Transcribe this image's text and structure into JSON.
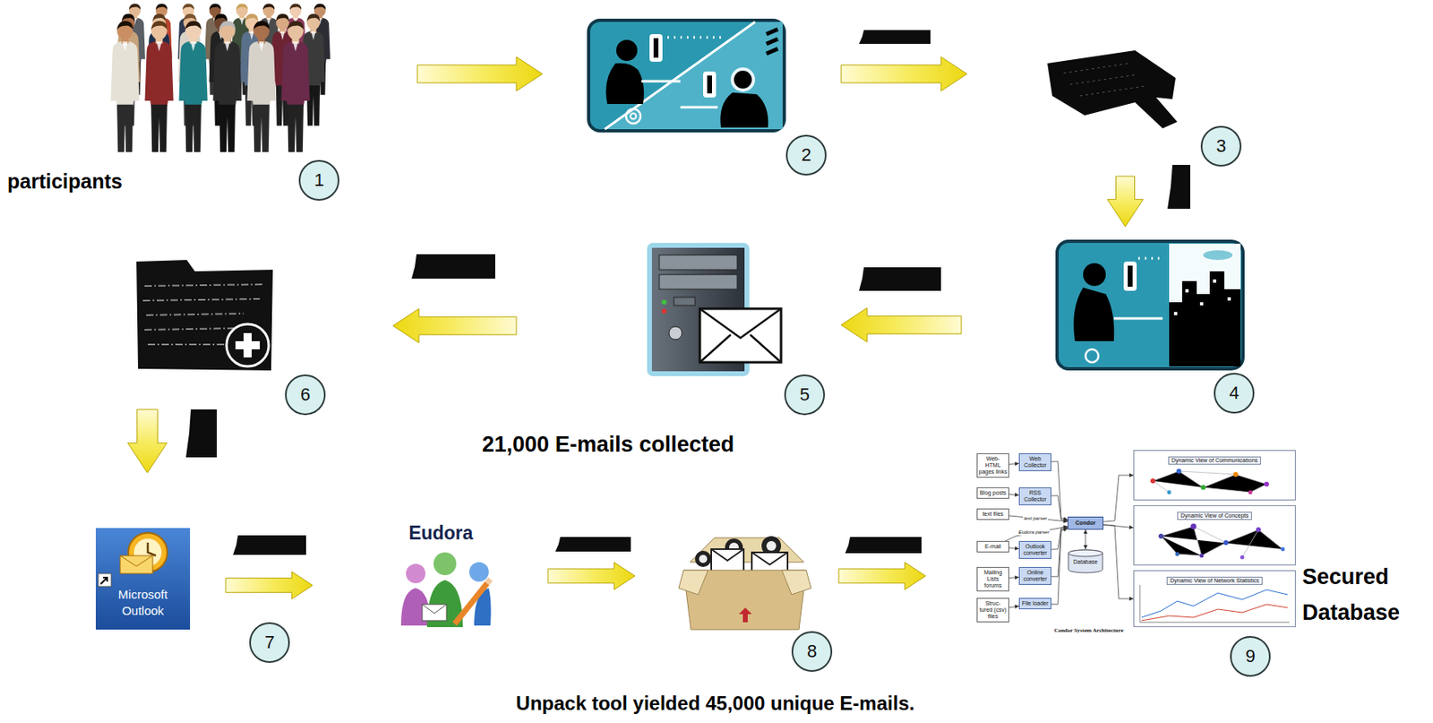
{
  "diagram": {
    "nodes": [
      {
        "text": [
          "participants",
          "1"
        ]
      },
      {
        "text": [
          "2"
        ]
      },
      {
        "text": [
          "3"
        ]
      },
      {
        "text": [
          "4"
        ]
      },
      {
        "text": [
          "5"
        ]
      },
      {
        "text": [
          "6"
        ]
      },
      {
        "text": [
          "Microsoft Outlook"
        ]
      },
      {
        "text": [
          "Eudora"
        ]
      },
      {
        "text": [
          "8"
        ]
      },
      {
        "text": [
          "Secured Database",
          "9"
        ]
      },
      {
        "text": [
          "Web- HTML pages links"
        ],
        "in": 9
      },
      {
        "text": [
          "Blog posts"
        ],
        "in": 9
      },
      {
        "text": [
          "text files"
        ],
        "in": 9
      },
      {
        "text": [
          "E-mail"
        ],
        "in": 9
      },
      {
        "text": [
          "Mailing Lists forums"
        ],
        "in": 9
      },
      {
        "text": [
          "Struc- tured (csv) files"
        ],
        "in": 9
      },
      {
        "text": [
          "Web Collector"
        ],
        "in": 9
      },
      {
        "text": [
          "RSS Collector"
        ],
        "in": 9
      },
      {
        "text": [
          "Outlook converter"
        ],
        "in": 9
      },
      {
        "text": [
          "Online converter"
        ],
        "in": 9
      },
      {
        "text": [
          "File loader"
        ],
        "in": 9
      },
      {
        "text": [
          "Condor"
        ],
        "in": 9
      },
      {
        "text": [
          "Database"
        ],
        "in": 9
      },
      {
        "text": [
          "Dynamic View of Communications"
        ],
        "in": 9
      },
      {
        "text": [
          "Dynamic View of Concepts"
        ],
        "in": 9
      },
      {
        "text": [
          "Dynamic View of Network Statistics"
        ],
        "in": 9
      }
    ],
    "edges": [
      {
        "from": 0,
        "to": 1,
        "arrow": "to"
      },
      {
        "from": 1,
        "to": 2,
        "arrow": "to"
      },
      {
        "from": 2,
        "to": 3,
        "arrow": "to"
      },
      {
        "from": 3,
        "to": 4,
        "arrow": "to"
      },
      {
        "from": 4,
        "to": 5,
        "arrow": "to"
      },
      {
        "from": 5,
        "to": 6,
        "arrow": "to"
      },
      {
        "from": 6,
        "to": 7,
        "arrow": "to"
      },
      {
        "from": 7,
        "to": 8,
        "arrow": "to"
      },
      {
        "from": 8,
        "to": 9,
        "arrow": "to"
      },
      {
        "from": 10,
        "to": 16,
        "arrow": "to"
      },
      {
        "from": 11,
        "to": 17,
        "arrow": "to"
      },
      {
        "from": 13,
        "to": 18,
        "arrow": "to"
      },
      {
        "from": 14,
        "to": 19,
        "arrow": "to"
      },
      {
        "from": 15,
        "to": 20,
        "arrow": "to"
      },
      {
        "from": 16,
        "to": 21,
        "arrow": "to"
      },
      {
        "from": 17,
        "to": 21,
        "arrow": "to"
      },
      {
        "from": 18,
        "to": 21,
        "arrow": "to"
      },
      {
        "from": 19,
        "to": 21,
        "arrow": "to"
      },
      {
        "from": 20,
        "to": 21,
        "arrow": "to"
      },
      {
        "from": 12,
        "to": 21,
        "label": "text parser",
        "arrow": "to"
      },
      {
        "from": 13,
        "to": 21,
        "label": "Eudora parser",
        "arrow": "to"
      },
      {
        "from": 21,
        "to": 22,
        "arrow": "both"
      },
      {
        "from": 21,
        "to": 23,
        "arrow": "to"
      },
      {
        "from": 21,
        "to": 24,
        "arrow": "to"
      },
      {
        "from": 21,
        "to": 25,
        "arrow": "to"
      }
    ],
    "labels": [
      "7",
      "21,000 E-mails collected",
      "Unpack tool yielded 45,000 unique E-mails.",
      "Condor System Architecture"
    ]
  }
}
